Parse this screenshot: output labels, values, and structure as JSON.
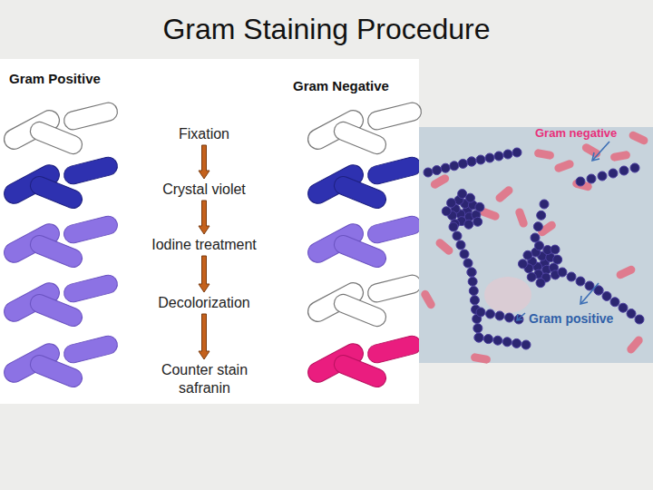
{
  "diagram": {
    "title": "Gram Staining Procedure",
    "nodes": [
      {
        "text": [
          "Fixation"
        ]
      },
      {
        "text": [
          "Crystal violet"
        ]
      },
      {
        "text": [
          "Iodine treatment"
        ]
      },
      {
        "text": [
          "Decolorization"
        ]
      },
      {
        "text": [
          "Counter stain safranin"
        ]
      }
    ],
    "edges": [
      {
        "from": 0,
        "to": 1,
        "arrow": "to"
      },
      {
        "from": 1,
        "to": 2,
        "arrow": "to"
      },
      {
        "from": 2,
        "to": 3,
        "arrow": "to"
      },
      {
        "from": 3,
        "to": 4,
        "arrow": "to"
      }
    ],
    "labels": [
      "Gram Positive",
      "Gram Negative",
      "Gram negative",
      "Gram positive"
    ]
  }
}
